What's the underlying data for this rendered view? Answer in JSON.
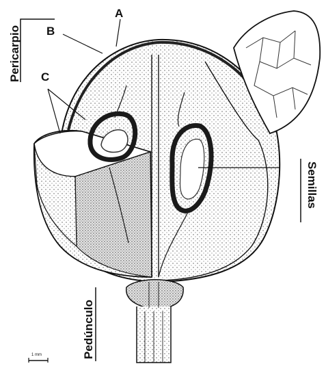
{
  "labels": {
    "a": "A",
    "b": "B",
    "c": "C",
    "pericarpio": "Pericarpio",
    "semillas": "Semillas",
    "pedunculo": "Pedúnculo",
    "scale": "1 mm"
  },
  "colors": {
    "ink": "#111111",
    "paper": "#ffffff",
    "shade": "#d9d9d9",
    "seed": "#2a2a2a"
  }
}
